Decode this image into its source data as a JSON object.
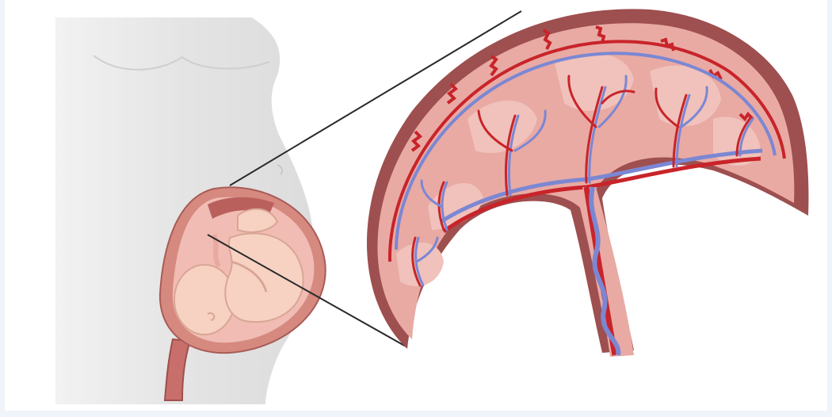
{
  "figure": {
    "subject": "placenta",
    "panels": [
      "pregnant-torso-with-fetus",
      "placenta-cross-section"
    ],
    "colors": {
      "body": "#e3e3e3",
      "uterus_wall": "#d6897f",
      "uterus_inner": "#f2c2b9",
      "fetus": "#f7d2c3",
      "placenta_outer": "#9e4f4f",
      "placenta_tissue": "#e9aaa4",
      "artery": "#c8242a",
      "vein": "#7b87d3",
      "zoom_line": "#2a2a2a"
    }
  }
}
